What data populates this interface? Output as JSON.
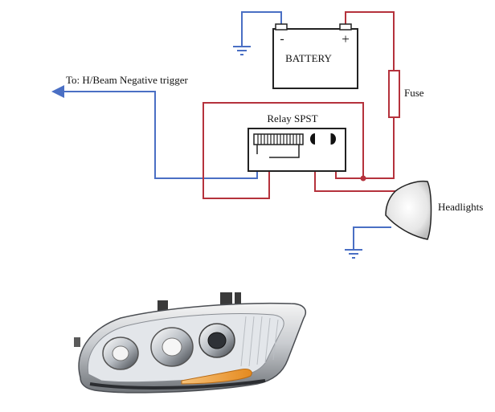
{
  "labels": {
    "to_trigger": "To: H/Beam Negative trigger",
    "battery": "BATTERY",
    "battery_neg": "-",
    "battery_pos": "+",
    "fuse": "Fuse",
    "relay": "Relay SPST",
    "headlights": "Headlights"
  },
  "colors": {
    "positive_wire": "#b5323c",
    "negative_wire": "#4a6fc4",
    "ground_wire": "#4a6fc4",
    "outline": "#222222"
  },
  "icons": [
    "ground-symbol-icon",
    "arrow-left-icon",
    "headlight-lamp-icon",
    "relay-coil-icon",
    "relay-contact-icon"
  ],
  "photo": {
    "subject": "headlight-assembly-photo"
  }
}
